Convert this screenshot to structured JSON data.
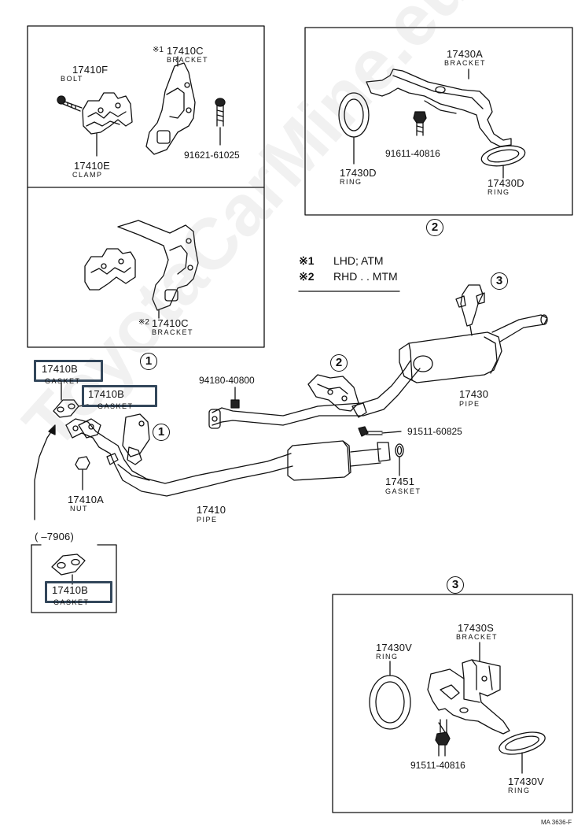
{
  "box_tl": {
    "bolt_num": "17410F",
    "bolt_sub": "BOLT",
    "bracket_num": "17410C",
    "bracket_sub": "BRACKET",
    "bracket_mark": "※1",
    "bolt2_num": "91621-61025",
    "clamp_num": "17410E",
    "clamp_sub": "CLAMP",
    "bracket2_num": "17410C",
    "bracket2_sub": "BRACKET",
    "bracket2_mark": "※2"
  },
  "box_tr": {
    "bracket_num": "17430A",
    "bracket_sub": "BRACKET",
    "bolt_num": "91611-40816",
    "ring_l_num": "17430D",
    "ring_l_sub": "RING",
    "ring_r_num": "17430D",
    "ring_r_sub": "RING"
  },
  "callouts": {
    "c1": "1",
    "c2": "2",
    "c3": "3"
  },
  "notes": {
    "n1_mark": "※1",
    "n1_text": "LHD; ATM",
    "n2_mark": "※2",
    "n2_text": "RHD . . MTM"
  },
  "main": {
    "gasket_a_num": "17410B",
    "gasket_a_sub": "GASKET",
    "gasket_b_num": "17410B",
    "gasket_b_sub": "GASKET",
    "bolt_top_num": "94180-40800",
    "nut_num": "17410A",
    "nut_sub": "NUT",
    "pipe_front_num": "17410",
    "pipe_front_sub": "PIPE",
    "pipe_rear_num": "17430",
    "pipe_rear_sub": "PIPE",
    "bolt_mid_num": "91511-60825",
    "gasket_c_num": "17451",
    "gasket_c_sub": "GASKET"
  },
  "inset": {
    "range": "(       –7906)",
    "gasket_num": "17410B",
    "gasket_sub": "GASKET"
  },
  "box_br": {
    "bracket_num": "17430S",
    "bracket_sub": "BRACKET",
    "ring_top_num": "17430V",
    "ring_top_sub": "RING",
    "bolt_num": "91511-40816",
    "ring_bot_num": "17430V",
    "ring_bot_sub": "RING"
  },
  "footer": {
    "ref": "MA 3636-F"
  },
  "watermark": "ToyotaCarMine.eu"
}
